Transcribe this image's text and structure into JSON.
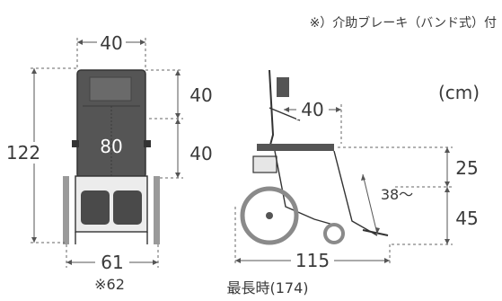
{
  "note": "※）介助ブレーキ（バンド式）付",
  "unit": "(cm)",
  "front": {
    "top_width": "40",
    "height": "122",
    "back_upper": "40",
    "back_lower": "40",
    "seat_label": "80",
    "base_width": "61",
    "base_width_alt": "※62"
  },
  "side": {
    "depth": "40",
    "seat_to_armrest": "25",
    "seat_height": "45",
    "tilt": "38～",
    "length": "115",
    "max_length": "最長時(174)"
  },
  "colors": {
    "chair_fill": "#4a4a4a",
    "chair_light": "#d9d9d9",
    "wheel": "#8c8c8c",
    "dim_line": "#555555"
  }
}
